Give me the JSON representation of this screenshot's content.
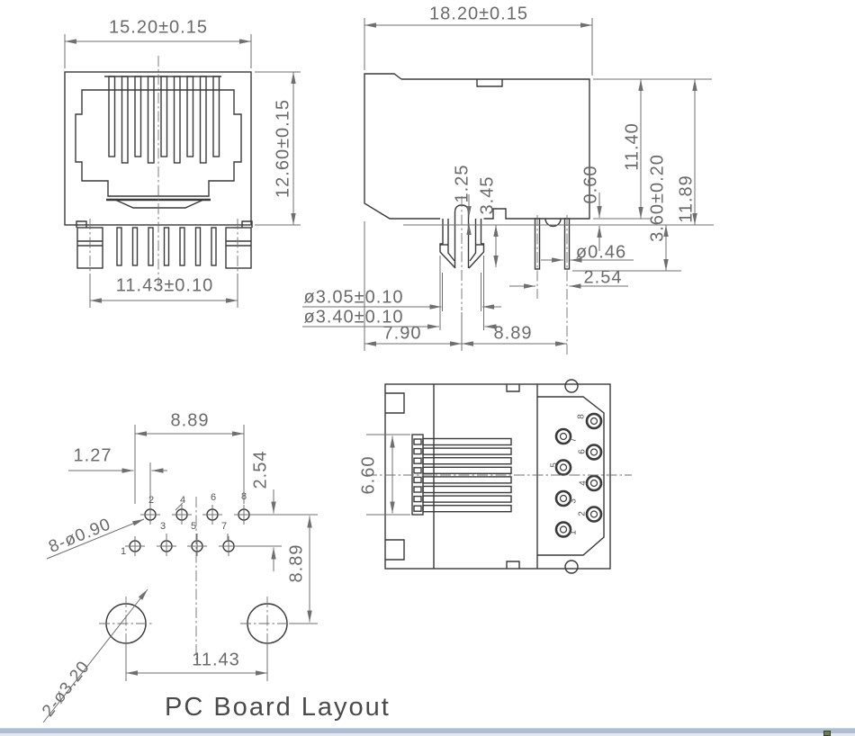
{
  "front_view": {
    "dim_width": "15.20±0.15",
    "dim_height": "12.60±0.15",
    "dim_pin_span": "11.43±0.10"
  },
  "side_view": {
    "dim_width": "18.20±0.15",
    "dim_latch_step": "1.25",
    "dim_latch_depth": "3.45",
    "dim_standoff": "0.60",
    "dim_body_height": "11.40",
    "dim_pin_length": "3.60±0.20",
    "dim_total_height": "11.89",
    "dim_pin_dia": "ø0.46",
    "dim_pin_pitch": "2.54",
    "dim_post_dia_inner": "ø3.05±0.10",
    "dim_post_dia_outer": "ø3.40±0.10",
    "dim_post_offset": "7.90",
    "dim_pin_offset": "8.89"
  },
  "pcb_layout": {
    "title": "PC Board Layout",
    "dim_pin_span": "8.89",
    "dim_stagger": "1.27",
    "dim_row_pitch": "2.54",
    "dim_mount_offset": "8.89",
    "dim_mount_span": "11.43",
    "label_pin_holes": "8-ø0.90",
    "label_mount_holes": "2-ø3.20",
    "pin_numbers_top": [
      "2",
      "4",
      "6",
      "8"
    ],
    "pin_numbers_bottom": [
      "1",
      "3",
      "5",
      "7"
    ]
  },
  "bottom_view": {
    "dim_contact_width": "6.60",
    "pin_numbers": [
      "1",
      "2",
      "3",
      "4",
      "5",
      "6",
      "7",
      "8"
    ]
  },
  "colors": {
    "line": "#3a3a3a",
    "dim_text": "#6a6a6a",
    "bar_line": "#aebdd2",
    "bar_light": "#e2e8f0"
  }
}
